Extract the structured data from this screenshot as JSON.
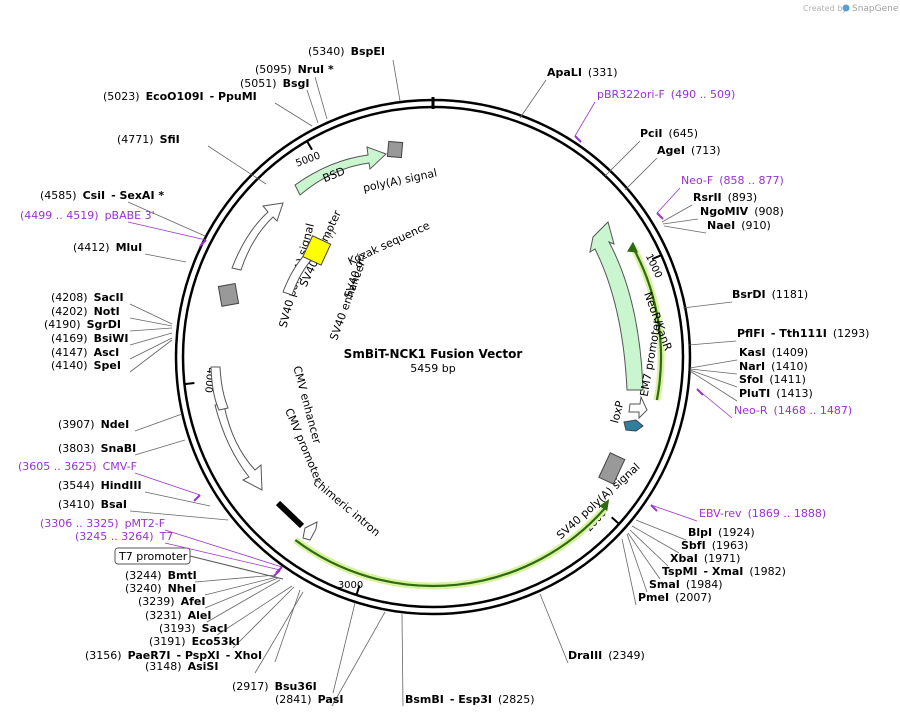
{
  "credit": {
    "prefix": "Created by",
    "brand": "SnapGene"
  },
  "plasmid": {
    "name": "SmBiT-NCK1 Fusion Vector",
    "length_label": "5459 bp",
    "length": 5459
  },
  "ticks": [
    {
      "pos": 1000,
      "label": "1000"
    },
    {
      "pos": 2000,
      "label": "2000"
    },
    {
      "pos": 3000,
      "label": "3000"
    },
    {
      "pos": 4000,
      "label": "4000"
    },
    {
      "pos": 5000,
      "label": "5000"
    }
  ],
  "features": [
    {
      "id": "bsd",
      "label": "BSD",
      "type": "arrow",
      "color": "#c9f5cf"
    },
    {
      "id": "polya1",
      "label": "poly(A) signal",
      "type": "box",
      "color": "#999999"
    },
    {
      "id": "neo",
      "label": "NeoR/KanR",
      "type": "arrow",
      "color": "#c9f5cf"
    },
    {
      "id": "em7",
      "label": "EM7 promoter",
      "type": "arrow",
      "color": "#ffffff"
    },
    {
      "id": "loxp",
      "label": "loxP",
      "type": "arrow",
      "color": "#2f7f9f"
    },
    {
      "id": "sv40polya2",
      "label": "SV40 poly(A) signal",
      "type": "box",
      "color": "#999999"
    },
    {
      "id": "intron",
      "label": "chimeric intron",
      "type": "bar",
      "color": "#000000"
    },
    {
      "id": "t7",
      "label": "T7 promoter",
      "type": "boxed",
      "color": "#ffffff"
    },
    {
      "id": "cmvpro",
      "label": "CMV promoter",
      "type": "arrow",
      "color": "#ffffff"
    },
    {
      "id": "cmvenh",
      "label": "CMV enhancer",
      "type": "arrow",
      "color": "#ffffff"
    },
    {
      "id": "sv40polya3",
      "label": "SV40 poly(A) signal",
      "type": "box",
      "color": "#999999"
    },
    {
      "id": "sv40pro",
      "label": "SV40 promoter",
      "type": "arrow",
      "color": "#ffffff"
    },
    {
      "id": "sv40enh",
      "label": "SV40 enhancer",
      "type": "arc",
      "color": "#ffffff"
    },
    {
      "id": "sv40ori",
      "label": "SV40 ori",
      "type": "arc",
      "color": "#ffffff"
    },
    {
      "id": "kozak",
      "label": "Kozak sequence",
      "type": "box",
      "color": "#ffff00"
    }
  ],
  "labels": [
    {
      "id": "bspei",
      "kind": "site",
      "parts": [
        "(5340)",
        "BspEI"
      ],
      "color": "#000000"
    },
    {
      "id": "apali",
      "kind": "site",
      "parts": [
        "ApaLI",
        "(331)"
      ],
      "color": "#000000"
    },
    {
      "id": "nrui",
      "kind": "site",
      "parts": [
        "(5095)",
        "NruI *"
      ],
      "color": "#000000"
    },
    {
      "id": "bsgi",
      "kind": "site",
      "parts": [
        "(5051)",
        "BsgI"
      ],
      "color": "#000000"
    },
    {
      "id": "eco0109i",
      "kind": "site",
      "parts": [
        "(5023)",
        "EcoO109I",
        "- PpuMI"
      ],
      "color": "#000000"
    },
    {
      "id": "pbr322",
      "kind": "primer",
      "parts": [
        "pBR322ori-F",
        "(490 .. 509)"
      ],
      "color": "#9a32cd"
    },
    {
      "id": "pcii",
      "kind": "site",
      "parts": [
        "PciI",
        "(645)"
      ],
      "color": "#000000"
    },
    {
      "id": "sfii",
      "kind": "site",
      "parts": [
        "(4771)",
        "SfiI"
      ],
      "color": "#000000"
    },
    {
      "id": "agei",
      "kind": "site",
      "parts": [
        "AgeI",
        "(713)"
      ],
      "color": "#000000"
    },
    {
      "id": "neof",
      "kind": "primer",
      "parts": [
        "Neo-F",
        "(858 .. 877)"
      ],
      "color": "#9a32cd"
    },
    {
      "id": "csii",
      "kind": "site",
      "parts": [
        "(4585)",
        "CsiI",
        "- SexAI *"
      ],
      "color": "#000000"
    },
    {
      "id": "rsrii",
      "kind": "site",
      "parts": [
        "RsrII",
        "(893)"
      ],
      "color": "#000000"
    },
    {
      "id": "pbabe",
      "kind": "primer",
      "parts": [
        "(4499 .. 4519)",
        "pBABE 3'"
      ],
      "color": "#9a32cd"
    },
    {
      "id": "ngomiv",
      "kind": "site",
      "parts": [
        "NgoMIV",
        "(908)"
      ],
      "color": "#000000"
    },
    {
      "id": "naei",
      "kind": "site",
      "parts": [
        "NaeI",
        "(910)"
      ],
      "color": "#000000"
    },
    {
      "id": "mlui",
      "kind": "site",
      "parts": [
        "(4412)",
        "MluI"
      ],
      "color": "#000000"
    },
    {
      "id": "bsrdi",
      "kind": "site",
      "parts": [
        "BsrDI",
        "(1181)"
      ],
      "color": "#000000"
    },
    {
      "id": "sacii",
      "kind": "site",
      "parts": [
        "(4208)",
        "SacII"
      ],
      "color": "#000000"
    },
    {
      "id": "noti",
      "kind": "site",
      "parts": [
        "(4202)",
        "NotI"
      ],
      "color": "#000000"
    },
    {
      "id": "sgrdi",
      "kind": "site",
      "parts": [
        "(4190)",
        "SgrDI"
      ],
      "color": "#000000"
    },
    {
      "id": "pflfi",
      "kind": "site",
      "parts": [
        "PflFI",
        "- Tth111I",
        "(1293)"
      ],
      "color": "#000000"
    },
    {
      "id": "bsiwi",
      "kind": "site",
      "parts": [
        "(4169)",
        "BsiWI"
      ],
      "color": "#000000"
    },
    {
      "id": "asci",
      "kind": "site",
      "parts": [
        "(4147)",
        "AscI"
      ],
      "color": "#000000"
    },
    {
      "id": "kasi",
      "kind": "site",
      "parts": [
        "KasI",
        "(1409)"
      ],
      "color": "#000000"
    },
    {
      "id": "spei",
      "kind": "site",
      "parts": [
        "(4140)",
        "SpeI"
      ],
      "color": "#000000"
    },
    {
      "id": "nari",
      "kind": "site",
      "parts": [
        "NarI",
        "(1410)"
      ],
      "color": "#000000"
    },
    {
      "id": "sfoi",
      "kind": "site",
      "parts": [
        "SfoI",
        "(1411)"
      ],
      "color": "#000000"
    },
    {
      "id": "pluti",
      "kind": "site",
      "parts": [
        "PluTI",
        "(1413)"
      ],
      "color": "#000000"
    },
    {
      "id": "neor",
      "kind": "primer",
      "parts": [
        "Neo-R",
        "(1468 .. 1487)"
      ],
      "color": "#9a32cd"
    },
    {
      "id": "ndei",
      "kind": "site",
      "parts": [
        "(3907)",
        "NdeI"
      ],
      "color": "#000000"
    },
    {
      "id": "snabi",
      "kind": "site",
      "parts": [
        "(3803)",
        "SnaBI"
      ],
      "color": "#000000"
    },
    {
      "id": "cmvf",
      "kind": "primer",
      "parts": [
        "(3605 .. 3625)",
        "CMV-F"
      ],
      "color": "#9a32cd"
    },
    {
      "id": "hindiii",
      "kind": "site",
      "parts": [
        "(3544)",
        "HindIII"
      ],
      "color": "#000000"
    },
    {
      "id": "bsai",
      "kind": "site",
      "parts": [
        "(3410)",
        "BsaI"
      ],
      "color": "#000000"
    },
    {
      "id": "ebvrev",
      "kind": "primer",
      "parts": [
        "EBV-rev",
        "(1869 .. 1888)"
      ],
      "color": "#9a32cd"
    },
    {
      "id": "pmt2f",
      "kind": "primer",
      "parts": [
        "(3306 .. 3325)",
        "pMT2-F"
      ],
      "color": "#9a32cd"
    },
    {
      "id": "blpi",
      "kind": "site",
      "parts": [
        "BlpI",
        "(1924)"
      ],
      "color": "#000000"
    },
    {
      "id": "t7p",
      "kind": "primer",
      "parts": [
        "(3245 .. 3264)",
        "T7"
      ],
      "color": "#9a32cd"
    },
    {
      "id": "sbfi",
      "kind": "site",
      "parts": [
        "SbfI",
        "(1963)"
      ],
      "color": "#000000"
    },
    {
      "id": "xbai",
      "kind": "site",
      "parts": [
        "XbaI",
        "(1971)"
      ],
      "color": "#000000"
    },
    {
      "id": "tspmi",
      "kind": "site",
      "parts": [
        "TspMI",
        "- XmaI",
        "(1982)"
      ],
      "color": "#000000"
    },
    {
      "id": "bmti",
      "kind": "site",
      "parts": [
        "(3244)",
        "BmtI"
      ],
      "color": "#000000"
    },
    {
      "id": "smai",
      "kind": "site",
      "parts": [
        "SmaI",
        "(1984)"
      ],
      "color": "#000000"
    },
    {
      "id": "nhei",
      "kind": "site",
      "parts": [
        "(3240)",
        "NheI"
      ],
      "color": "#000000"
    },
    {
      "id": "pmei",
      "kind": "site",
      "parts": [
        "PmeI",
        "(2007)"
      ],
      "color": "#000000"
    },
    {
      "id": "afei",
      "kind": "site",
      "parts": [
        "(3239)",
        "AfeI"
      ],
      "color": "#000000"
    },
    {
      "id": "alei",
      "kind": "site",
      "parts": [
        "(3231)",
        "AleI"
      ],
      "color": "#000000"
    },
    {
      "id": "saci",
      "kind": "site",
      "parts": [
        "(3193)",
        "SacI"
      ],
      "color": "#000000"
    },
    {
      "id": "eco53ki",
      "kind": "site",
      "parts": [
        "(3191)",
        "Eco53kI"
      ],
      "color": "#000000"
    },
    {
      "id": "paer7i",
      "kind": "site",
      "parts": [
        "(3156)",
        "PaeR7I",
        "- PspXI",
        "- XhoI"
      ],
      "color": "#000000"
    },
    {
      "id": "asisi",
      "kind": "site",
      "parts": [
        "(3148)",
        "AsiSI"
      ],
      "color": "#000000"
    },
    {
      "id": "draiii",
      "kind": "site",
      "parts": [
        "DraIII",
        "(2349)"
      ],
      "color": "#000000"
    },
    {
      "id": "bsu36i",
      "kind": "site",
      "parts": [
        "(2917)",
        "Bsu36I"
      ],
      "color": "#000000"
    },
    {
      "id": "pasi",
      "kind": "site",
      "parts": [
        "(2841)",
        "PasI"
      ],
      "color": "#000000"
    },
    {
      "id": "bsmbi",
      "kind": "site",
      "parts": [
        "BsmBI",
        "- Esp3I",
        "(2825)"
      ],
      "color": "#000000"
    }
  ]
}
